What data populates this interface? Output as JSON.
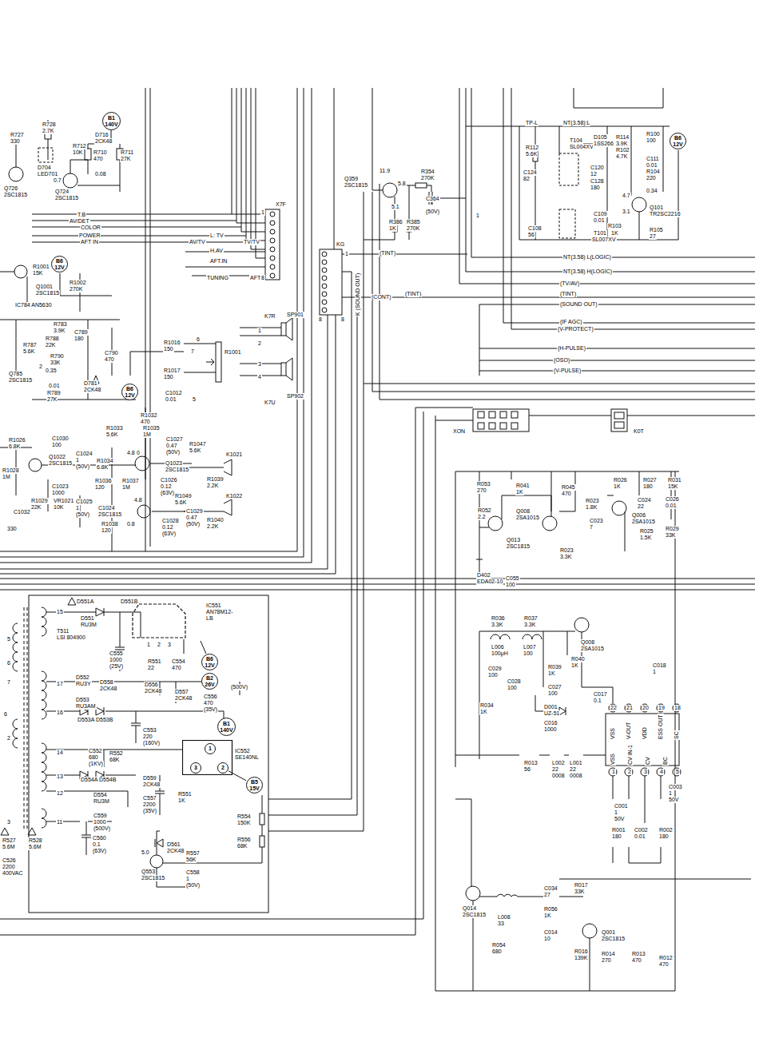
{
  "diagram": {
    "nodes": [
      {
        "text": [
          "B1 140V"
        ]
      },
      {
        "text": [
          "B6 12V"
        ]
      },
      {
        "text": [
          "B6 12V"
        ]
      },
      {
        "text": [
          "IC551 AN78M12-LB"
        ]
      },
      {
        "text": [
          "B6 12V"
        ]
      },
      {
        "text": [
          "B2 26V"
        ]
      },
      {
        "text": [
          "B1 140V"
        ]
      },
      {
        "text": [
          "IC552 SE140NL"
        ]
      },
      {
        "text": [
          "1"
        ],
        "in": 7
      },
      {
        "text": [
          "3"
        ],
        "in": 7
      },
      {
        "text": [
          "2"
        ],
        "in": 7
      },
      {
        "text": [
          "B5 15V"
        ]
      },
      {
        "text": [
          "B6 12V"
        ]
      }
    ],
    "edges": [
      {
        "from": 3,
        "to": 4,
        "arrow": "none"
      },
      {
        "from": 10,
        "to": 11,
        "arrow": "none"
      }
    ],
    "labels": [
      "R728",
      "2.7K",
      "R727",
      "330",
      "D716",
      "2CK48",
      "R712",
      "10K",
      "R710",
      "470",
      "R711",
      "27K",
      "D704",
      "LED701",
      "0.7",
      "0.08",
      "Q726",
      "2SC1815",
      "Q724",
      "2SC1815",
      "T.B",
      "AV/DET",
      "COLOR",
      "POWER",
      "AFT IN",
      "X7F",
      "L: TV",
      "AV/TV",
      "TV/TV",
      "H.AV",
      "AFT.IN",
      "TUNING",
      "AFT",
      "1",
      "8",
      "R1001",
      "15K",
      "Q1001",
      "2SC1815",
      "R1002",
      "270K",
      "IC784 AN5630",
      "R783",
      "3.9K",
      "C789",
      "180",
      "R788",
      "22K",
      "R787",
      "5.6K",
      "R790",
      "33K",
      "C790",
      "470",
      "2",
      "0.35",
      "Q785",
      "2SC1815",
      "0.01",
      "D781",
      "2CK48",
      "R789",
      "27K",
      "Q359",
      "2SC1815",
      "11.9",
      "5.8",
      "5.1",
      "R354",
      "270K",
      "C364",
      "(50V)",
      "R386",
      "1K",
      "R385",
      "270K",
      "KG",
      "(TINT)",
      "1",
      "K (SOUND OUT)",
      "(CONT)",
      "(TINT)",
      "8",
      "8",
      "K7R",
      "SP901",
      "SP902",
      "K7U",
      "1",
      "2",
      "3",
      "4",
      "R1016",
      "150",
      "6",
      "7",
      "R1001",
      "R1017",
      "150",
      "C1012",
      "0.01",
      "5",
      "R1032",
      "470",
      "R1033",
      "5.6K",
      "R1035",
      "1M",
      "C1027",
      "0.47",
      "(50V)",
      "R1047",
      "5.6K",
      "R1026",
      "6.8K",
      "C1030",
      "100",
      "Q1022",
      "2SC1815",
      "C1024",
      "1",
      "(50V)",
      "R1034",
      "6.8K",
      "4.8",
      "0",
      "Q1023",
      "2SC1815",
      "R1036",
      "120",
      "R1037",
      "1M",
      "C1026",
      "0.12",
      "(63V)",
      "R1039",
      "2.2K",
      "K1021",
      "R1028",
      "1M",
      "C1023",
      "1000",
      "C1025",
      "1",
      "(50V)",
      "C1024",
      "2SC1815",
      "4.8",
      "R1049",
      "5.6K",
      "K1022",
      "R1029",
      "22K",
      "VR1021",
      "10K",
      "C1032",
      "330",
      "R1038",
      "120",
      "0.8",
      "C1028",
      "0.12",
      "(63V)",
      "C1029",
      "0.47",
      "(50V)",
      "R1040",
      "2.2K",
      "D551A",
      "D551B",
      "D551",
      "RU3M",
      "T511",
      "LSI 804900",
      "15",
      "C555",
      "1000",
      "(25V)",
      "1",
      "2",
      "3",
      "R551",
      "22",
      "C554",
      "470",
      "(500V)",
      "D552",
      "RU3Y",
      "17",
      "D558",
      "2CK48",
      "D556",
      "2CK48",
      "D557",
      "2CK48",
      "C556",
      "470",
      "(35V)",
      "D553",
      "RU3AM",
      "16",
      "D553A D553B",
      "C553",
      "220",
      "(160V)",
      "C552",
      "680",
      "(1KV)",
      "R552",
      "68K",
      "14",
      "13",
      "D554A D554B",
      "D559",
      "2CK48",
      "12",
      "D554",
      "RU3M",
      "C557",
      "2200",
      "(35V)",
      "R551",
      "1K",
      "R554",
      "150K",
      "C559",
      "1000",
      "(500V)",
      "11",
      "3",
      "C560",
      "0.1",
      "(63V)",
      "R556",
      "68K",
      "D561",
      "2CK48",
      "5.0",
      "R557",
      "56K",
      "Q553",
      "2SC1815",
      "C558",
      "1",
      "(50V)",
      "5",
      "6",
      "7",
      "6",
      "2",
      "R527",
      "5.6M",
      "R528",
      "5.6M",
      "C526",
      "2200",
      "400VAC",
      "TP-L",
      "NT(3.58):L",
      "R112",
      "5.6K",
      "T104",
      "SL004XV",
      "D105",
      "1SS266",
      "R114",
      "3.9K",
      "R102",
      "4.7K",
      "R100",
      "100",
      "C124",
      "82",
      "C120",
      "12",
      "C128",
      "180",
      "C111",
      "0.01",
      "R104",
      "220",
      "0.34",
      "4.7",
      "3.1",
      "Q101",
      "TR2SC2216",
      "C109",
      "0.01",
      "R103",
      "T101",
      "1K",
      "SL007XV",
      "C108",
      "56",
      "R105",
      "27",
      "1",
      "NT(3.58) L(LOGIC)",
      "NT(3.58) H(LOGIC)",
      "(TV/AV)",
      "(TINT)",
      "(SOUND OUT)",
      "(IF AGC)",
      "(V-PROTECT)",
      "(H-PULSE)",
      "(OSO)",
      "(V-PULSE)",
      "XON",
      "K0T",
      "R053",
      "270",
      "R041",
      "1K",
      "R045",
      "470",
      "R026",
      "1K",
      "R027",
      "180",
      "R031",
      "15K",
      "R052",
      "2.2",
      "Q008",
      "2SA1015",
      "R023",
      "1.8K",
      "C024",
      "22",
      "C026",
      "0.01",
      "C023",
      "7",
      "Q006",
      "2SA1015",
      "R025",
      "1.5K",
      "R029",
      "33K",
      "Q013",
      "2SC1815",
      "R023",
      "3.3K",
      "D402",
      "EDA02-10",
      "C055",
      "100",
      "R036",
      "3.3K",
      "R037",
      "3.3K",
      "Q008",
      "2SA1015",
      "L006",
      "100μH",
      "L007",
      "100",
      "C029",
      "100",
      "R039",
      "1K",
      "R040",
      "1K",
      "C028",
      "100",
      "C027",
      "100",
      "C018",
      "1",
      "C017",
      "0.1",
      "D001",
      "UZ-51",
      "C016",
      "1000",
      "R034",
      "1K",
      "22",
      "21",
      "20",
      "19",
      "18",
      "VSS",
      "V-OUT",
      "VDD",
      "ESS OUT",
      "SC",
      "VSS",
      "CV IN-1",
      "CV",
      "BC",
      "1",
      "2",
      "3",
      "4",
      "5",
      "R013",
      "56",
      "L002",
      "22",
      "0008",
      "L001",
      "22",
      "0008",
      "C001",
      "1",
      "50V",
      "C003",
      "1",
      "50V",
      "R001",
      "180",
      "C002",
      "0.01",
      "R002",
      "180",
      "C034",
      "27",
      "R017",
      "33K",
      "Q014",
      "2SC1815",
      "R056",
      "1K",
      "L008",
      "33",
      "C014",
      "10",
      "Q001",
      "2SC1815",
      "R054",
      "680",
      "R016",
      "139K",
      "R014",
      "270",
      "R013",
      "470",
      "R012",
      "470"
    ]
  }
}
